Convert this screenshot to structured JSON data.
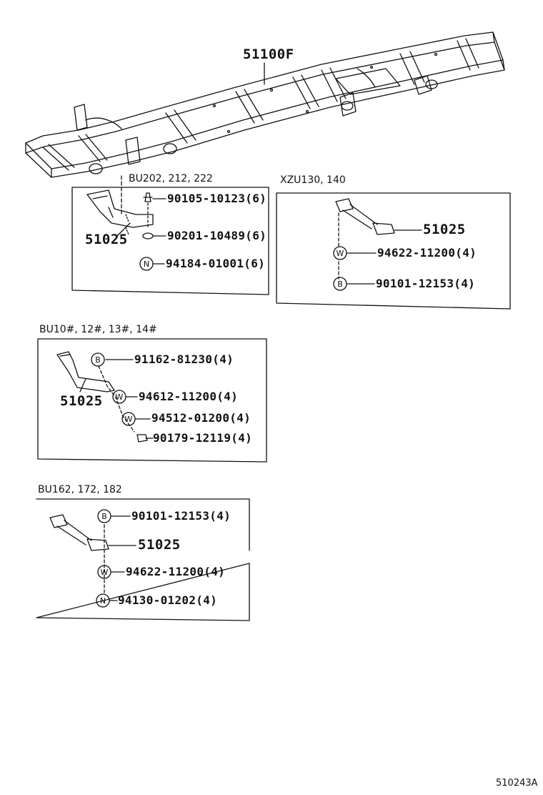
{
  "frame_part": "51100F",
  "figure_code": "510243A",
  "groups": [
    {
      "heading": "BU202, 212, 222",
      "bracket": "51025",
      "parts": [
        {
          "symbol": "",
          "number": "90105-10123",
          "qty": "(6)"
        },
        {
          "symbol": "",
          "number": "90201-10489",
          "qty": "(6)"
        },
        {
          "symbol": "N",
          "number": "94184-01001",
          "qty": "(6)"
        }
      ]
    },
    {
      "heading": "XZU130, 140",
      "bracket": "51025",
      "parts": [
        {
          "symbol": "W",
          "number": "94622-11200",
          "qty": "(4)"
        },
        {
          "symbol": "B",
          "number": "90101-12153",
          "qty": "(4)"
        }
      ]
    },
    {
      "heading": "BU10#, 12#, 13#, 14#",
      "bracket": "51025",
      "parts": [
        {
          "symbol": "B",
          "number": "91162-81230",
          "qty": "(4)"
        },
        {
          "symbol": "W",
          "number": "94612-11200",
          "qty": "(4)"
        },
        {
          "symbol": "W",
          "number": "94512-01200",
          "qty": "(4)"
        },
        {
          "symbol": "",
          "number": "90179-12119",
          "qty": "(4)"
        }
      ]
    },
    {
      "heading": "BU162, 172, 182",
      "bracket": "51025",
      "parts": [
        {
          "symbol": "B",
          "number": "90101-12153",
          "qty": "(4)"
        },
        {
          "symbol": "W",
          "number": "94622-11200",
          "qty": "(4)"
        },
        {
          "symbol": "N",
          "number": "94130-01202",
          "qty": "(4)"
        }
      ]
    }
  ]
}
